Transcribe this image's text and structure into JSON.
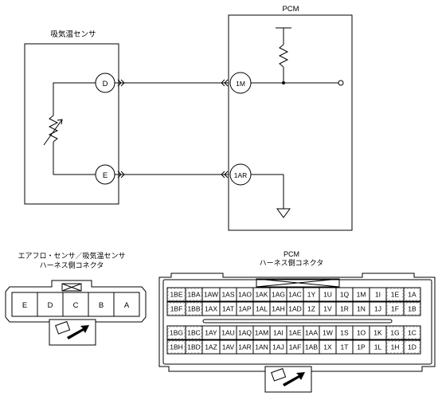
{
  "labels": {
    "sensor_title": "吸気温センサ",
    "pcm_title": "PCM",
    "left_connector_line1": "エアフロ・センサ／吸気温センサ",
    "left_connector_line2": "ハーネス側コネクタ",
    "pcm_connector_line1": "PCM",
    "pcm_connector_line2": "ハーネス側コネクタ"
  },
  "terminals": {
    "sensor_d": "D",
    "sensor_e": "E",
    "pcm_1m": "1M",
    "pcm_1ar": "1AR"
  },
  "left_connector_pins": [
    "E",
    "D",
    "C",
    "B",
    "A"
  ],
  "pcm_connector": {
    "rows": [
      [
        "1BE",
        "1BA",
        "1AW",
        "1AS",
        "1AO",
        "1AK",
        "1AG",
        "1AC",
        "1Y",
        "1U",
        "1Q",
        "1M",
        "1I",
        "1E",
        "1A"
      ],
      [
        "1BF",
        "1BB",
        "1AX",
        "1AT",
        "1AP",
        "1AL",
        "1AH",
        "1AD",
        "1Z",
        "1V",
        "1R",
        "1N",
        "1J",
        "1F",
        "1B"
      ],
      [
        "1BG",
        "1BC",
        "1AY",
        "1AU",
        "1AQ",
        "1AM",
        "1AI",
        "1AE",
        "1AA",
        "1W",
        "1S",
        "1O",
        "1K",
        "1G",
        "1C"
      ],
      [
        "1BH",
        "1BD",
        "1AZ",
        "1AV",
        "1AR",
        "1AN",
        "1AJ",
        "1AF",
        "1AB",
        "1X",
        "1T",
        "1P",
        "1L",
        "1H",
        "1D"
      ]
    ]
  }
}
